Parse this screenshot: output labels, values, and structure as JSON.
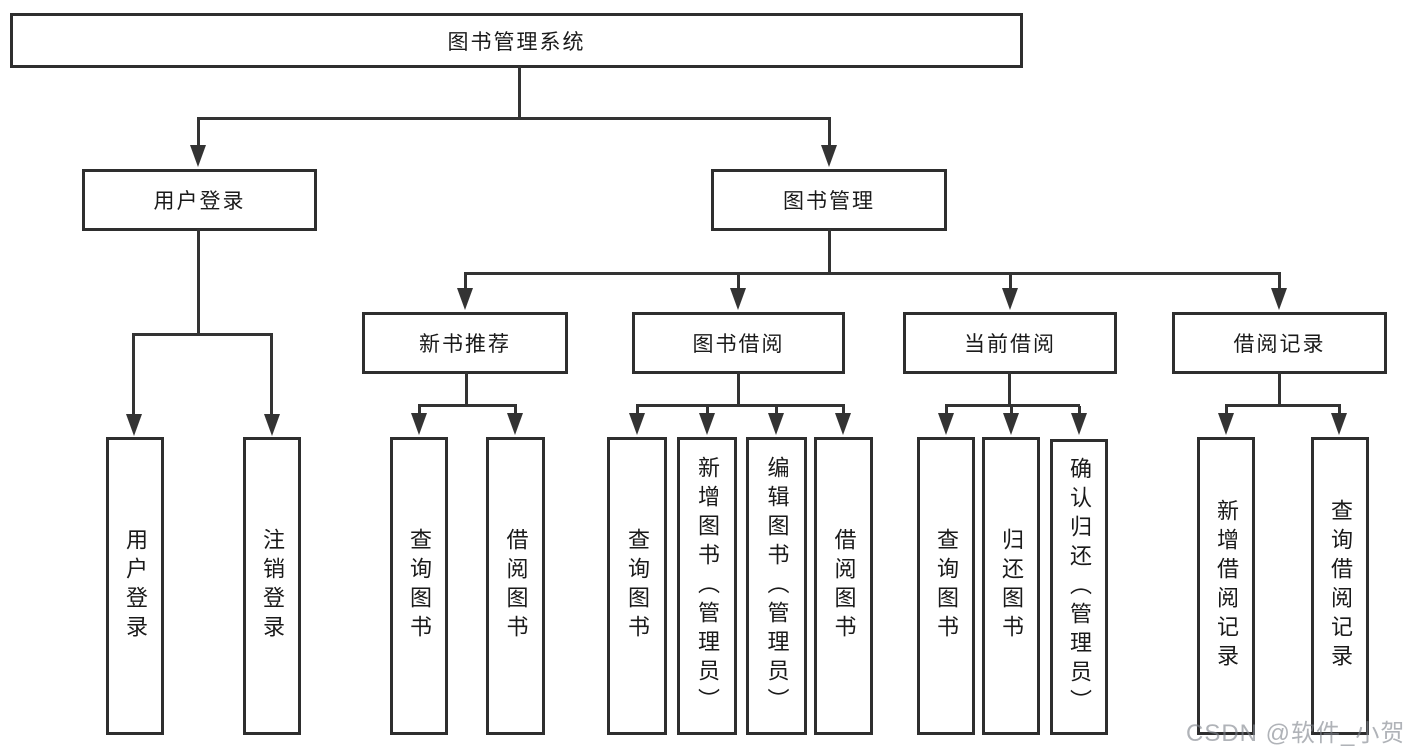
{
  "diagram": {
    "root": {
      "label": "图书管理系统"
    },
    "branches": [
      {
        "label": "用户登录",
        "leaves": [
          {
            "label": "用户登录"
          },
          {
            "label": "注销登录"
          }
        ]
      },
      {
        "label": "图书管理",
        "children": [
          {
            "label": "新书推荐",
            "leaves": [
              {
                "label": "查询图书"
              },
              {
                "label": "借阅图书"
              }
            ]
          },
          {
            "label": "图书借阅",
            "leaves": [
              {
                "label": "查询图书"
              },
              {
                "label": "新增图书（管理员）"
              },
              {
                "label": "编辑图书（管理员）"
              },
              {
                "label": "借阅图书"
              }
            ]
          },
          {
            "label": "当前借阅",
            "leaves": [
              {
                "label": "查询图书"
              },
              {
                "label": "归还图书"
              },
              {
                "label": "确认归还（管理员）"
              }
            ]
          },
          {
            "label": "借阅记录",
            "leaves": [
              {
                "label": "新增借阅记录"
              },
              {
                "label": "查询借阅记录"
              }
            ]
          }
        ]
      }
    ],
    "watermark": "CSDN @软件_小贺同学",
    "colors": {
      "line": "#333333",
      "border": "#2e2e2e",
      "text": "#1a1a1a",
      "background": "#ffffff",
      "watermark": "#80858d"
    }
  }
}
